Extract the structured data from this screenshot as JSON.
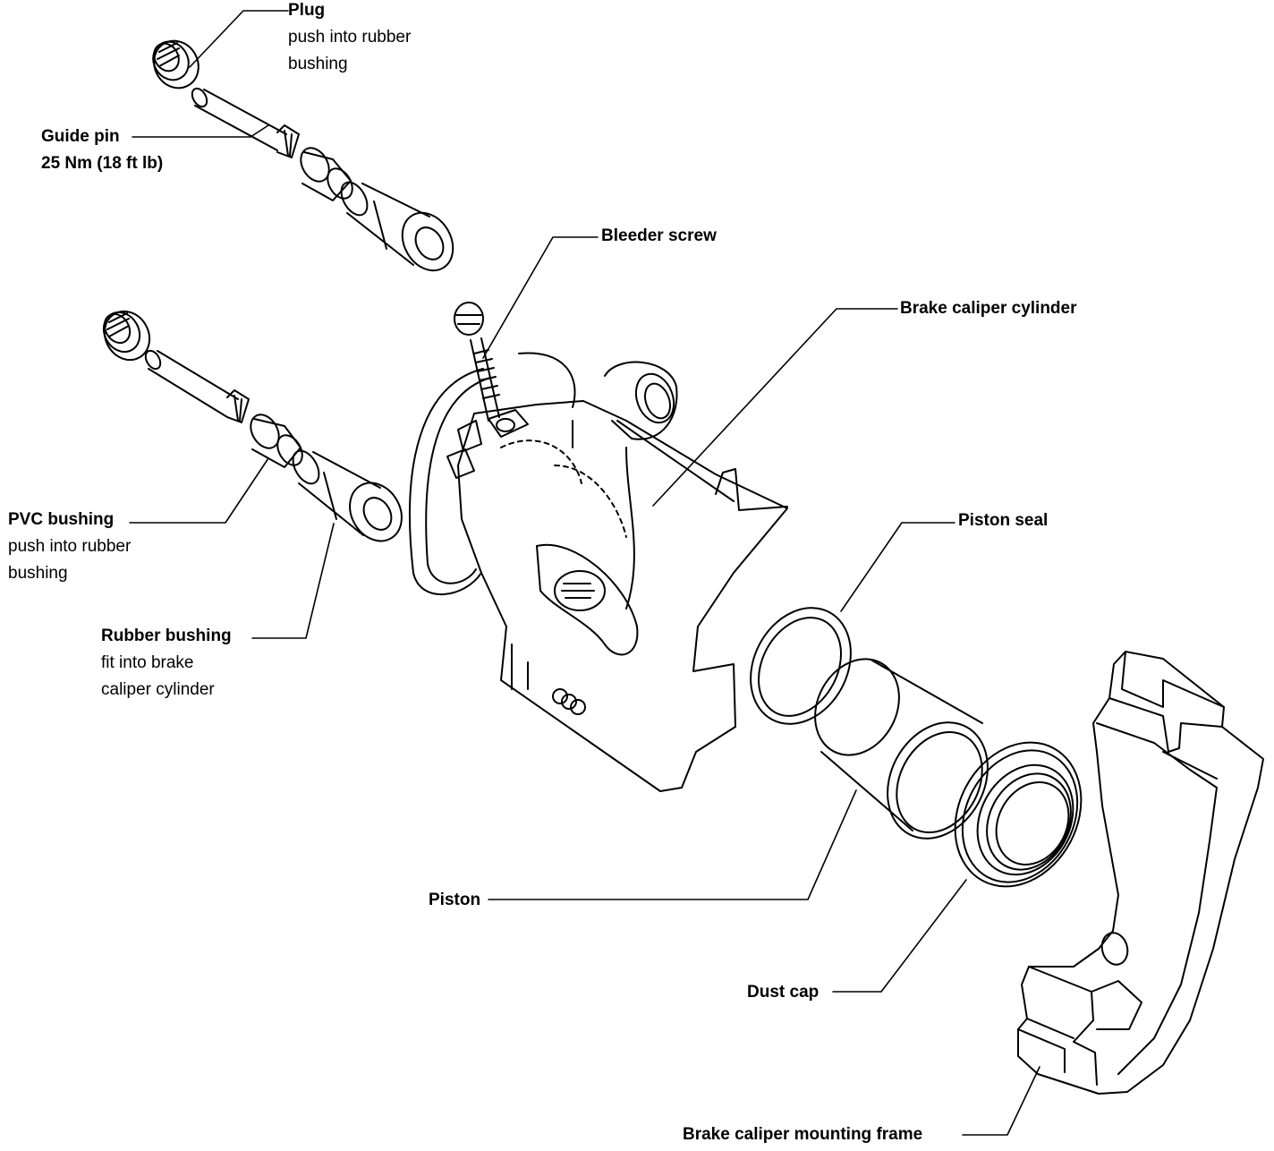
{
  "labels": {
    "plug": {
      "title": "Plug",
      "line1": "push into rubber",
      "line2": "bushing"
    },
    "guide_pin": {
      "title": "Guide pin",
      "torque": "25 Nm (18 ft lb)"
    },
    "bleeder_screw": {
      "title": "Bleeder screw"
    },
    "brake_caliper_cylinder": {
      "title": "Brake caliper cylinder"
    },
    "pvc_bushing": {
      "title": "PVC bushing",
      "line1": "push into rubber",
      "line2": "bushing"
    },
    "rubber_bushing": {
      "title": "Rubber bushing",
      "line1": "fit into brake",
      "line2": "caliper cylinder"
    },
    "piston_seal": {
      "title": "Piston seal"
    },
    "piston": {
      "title": "Piston"
    },
    "dust_cap": {
      "title": "Dust cap"
    },
    "mounting_frame": {
      "title": "Brake caliper mounting frame"
    }
  }
}
